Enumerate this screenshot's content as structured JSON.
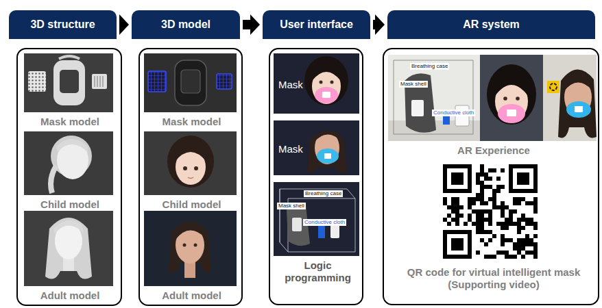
{
  "diagram": {
    "nodes": [
      {
        "text": [
          "3D structure"
        ]
      },
      {
        "text": [
          "Mask model"
        ],
        "in": 0
      },
      {
        "text": [
          "Child model"
        ],
        "in": 0
      },
      {
        "text": [
          "Adult model"
        ],
        "in": 0
      },
      {
        "text": [
          "3D model"
        ]
      },
      {
        "text": [
          "Mask model"
        ],
        "in": 4
      },
      {
        "text": [
          "Child model"
        ],
        "in": 4
      },
      {
        "text": [
          "Adult model"
        ],
        "in": 4
      },
      {
        "text": [
          "User interface"
        ]
      },
      {
        "text": [
          "Mask"
        ],
        "in": 8
      },
      {
        "text": [
          "Mask"
        ],
        "in": 8
      },
      {
        "text": [
          "Logic programming"
        ],
        "in": 8
      },
      {
        "text": [
          "AR system"
        ]
      },
      {
        "text": [
          "AR Experience"
        ],
        "in": 12
      },
      {
        "text": [
          "QR code for virtual intelligent mask (Supporting video)"
        ],
        "in": 12
      }
    ],
    "edges": [
      {
        "from": 0,
        "to": 4,
        "arrow": "to"
      },
      {
        "from": 4,
        "to": 8,
        "arrow": "to"
      },
      {
        "from": 8,
        "to": 12,
        "arrow": "to"
      }
    ],
    "labels": [
      "Breathing case",
      "Mask shell",
      "Conductive cloth",
      "Breathing case",
      "Mask shell",
      "Conductive cloth"
    ]
  }
}
